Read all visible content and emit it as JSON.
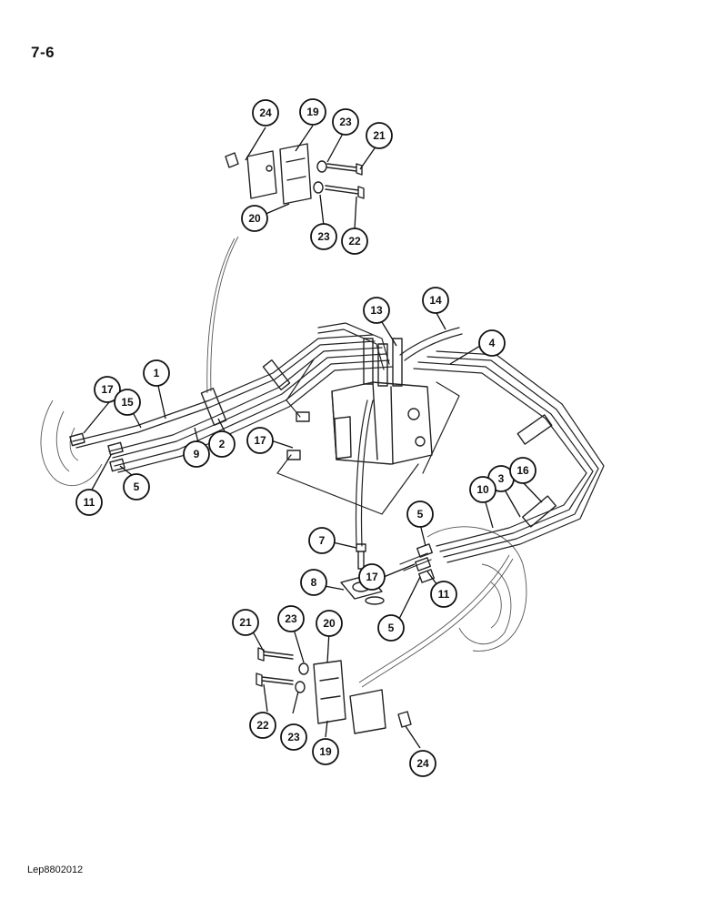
{
  "page": {
    "number": "7-6",
    "figure_code": "Lep8802012"
  },
  "callouts": [
    {
      "label": "24"
    },
    {
      "label": "19"
    },
    {
      "label": "23"
    },
    {
      "label": "21"
    },
    {
      "label": "20"
    },
    {
      "label": "23"
    },
    {
      "label": "22"
    },
    {
      "label": "14"
    },
    {
      "label": "13"
    },
    {
      "label": "4"
    },
    {
      "label": "1"
    },
    {
      "label": "17"
    },
    {
      "label": "15"
    },
    {
      "label": "9"
    },
    {
      "label": "2"
    },
    {
      "label": "17"
    },
    {
      "label": "11"
    },
    {
      "label": "5"
    },
    {
      "label": "3"
    },
    {
      "label": "16"
    },
    {
      "label": "10"
    },
    {
      "label": "5"
    },
    {
      "label": "7"
    },
    {
      "label": "17"
    },
    {
      "label": "11"
    },
    {
      "label": "8"
    },
    {
      "label": "5"
    },
    {
      "label": "21"
    },
    {
      "label": "23"
    },
    {
      "label": "20"
    },
    {
      "label": "22"
    },
    {
      "label": "23"
    },
    {
      "label": "19"
    },
    {
      "label": "24"
    }
  ]
}
